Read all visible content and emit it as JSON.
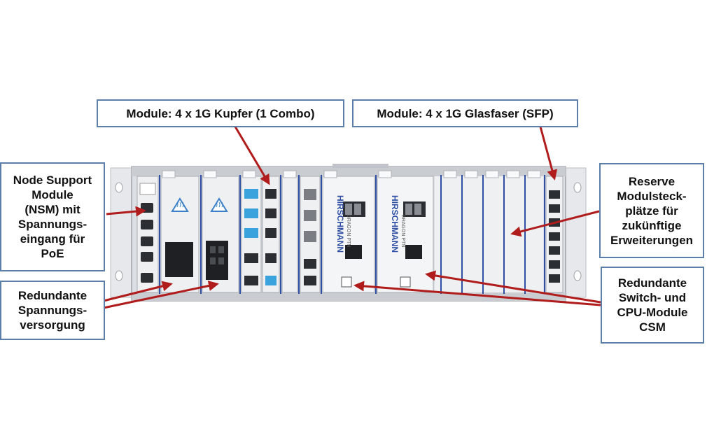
{
  "callouts": {
    "copper_modules": "Module: 4 x 1G Kupfer (1 Combo)",
    "fiber_modules": "Module: 4 x 1G Glasfaser (SFP)",
    "nsm": [
      "Node Support",
      "Module",
      "(NSM) mit",
      "Spannungs-",
      "eingang für",
      "PoE"
    ],
    "power_supply": [
      "Redundante",
      "Spannungs-",
      "versorgung"
    ],
    "reserve_slots": [
      "Reserve",
      "Modulsteck-",
      "plätze für",
      "zukünftige",
      "Erweiterungen"
    ],
    "csm": [
      "Redundante",
      "Switch- und",
      "CPU-Module",
      "CSM"
    ]
  },
  "device": {
    "brand_label": "HIRSCHMANN",
    "model_label": "DRAGON PTN"
  },
  "colors": {
    "callout_border": "#5b7fa8",
    "arrow": "#b01c1c",
    "slot_divider": "#2e4fa3",
    "chassis": "#dcdfe3",
    "port_blue": "#3aa3dd"
  }
}
